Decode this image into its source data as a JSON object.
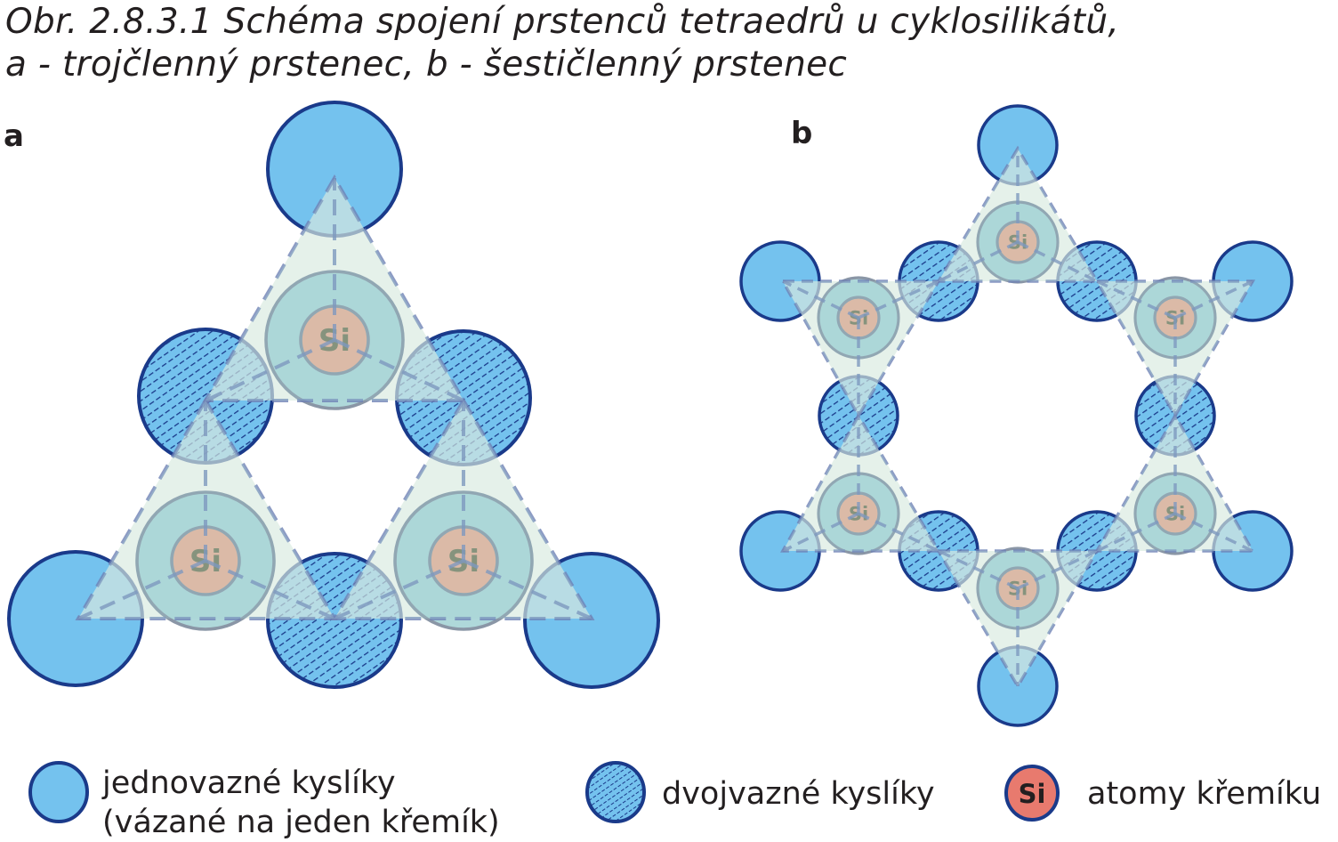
{
  "figure": {
    "title_line1": "Obr. 2.8.3.1  Schéma spojení prstenců tetraedrů u cyklosilikátů,",
    "title_line2": "a - trojčlenný prstenec, b - šestičlenný prstenec"
  },
  "panels": {
    "a": {
      "label": "a",
      "description": "three-membered ring",
      "tetrahedra": 3,
      "si_label": "Si"
    },
    "b": {
      "label": "b",
      "description": "six-membered ring",
      "tetrahedra": 6,
      "si_label": "Si"
    }
  },
  "legend": [
    {
      "key": "single-oxygen",
      "line1": "jednovazné kyslíky",
      "line2": "(vázané na jeden křemík)"
    },
    {
      "key": "bridging-oxygen",
      "line1": "dvojvazné kyslíky"
    },
    {
      "key": "silicon",
      "line1": "atomy křemíku",
      "symbol": "Si"
    }
  ],
  "colors": {
    "oxygen_fill": "#74c2ee",
    "oxygen_stroke": "#1a3a8a",
    "tetra_fill": "#fdfae6",
    "si_shell": "#a6d4d6",
    "si_core": "#f0b195",
    "legend_si": "#e87a6e",
    "dash": "#6f82b5"
  }
}
